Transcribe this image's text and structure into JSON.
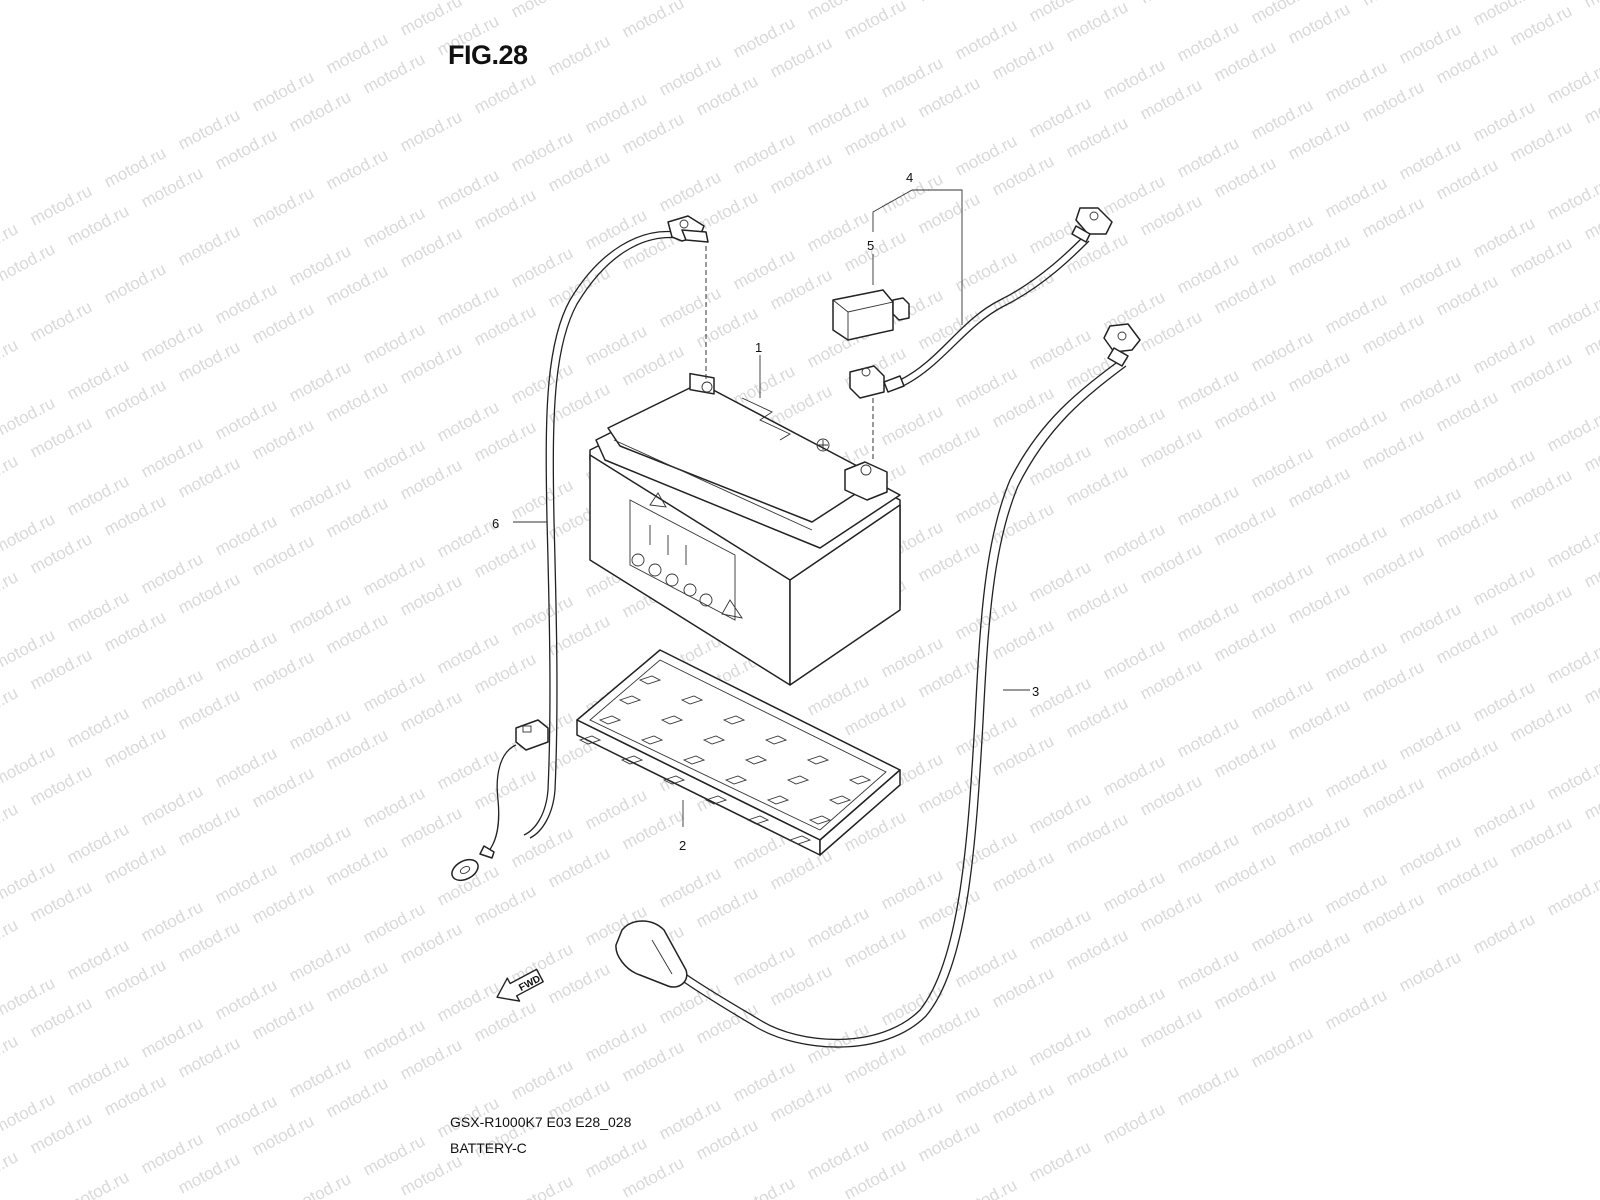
{
  "figure": {
    "title": "FIG.28",
    "footer_code": "GSX-R1000K7 E03 E28_028",
    "footer_name": "BATTERY-C",
    "watermark": "motod.ru",
    "fwd_label": "FWD"
  },
  "callouts": [
    {
      "id": "1",
      "label": "1",
      "part": "battery"
    },
    {
      "id": "2",
      "label": "2",
      "part": "battery-tray"
    },
    {
      "id": "3",
      "label": "3",
      "part": "positive-cable"
    },
    {
      "id": "4",
      "label": "4",
      "part": "starter-lead"
    },
    {
      "id": "5",
      "label": "5",
      "part": "terminal-cap"
    },
    {
      "id": "6",
      "label": "6",
      "part": "ground-cable"
    }
  ],
  "colors": {
    "line": "#222222",
    "watermark": "#d9d9d9",
    "background": "#ffffff"
  }
}
